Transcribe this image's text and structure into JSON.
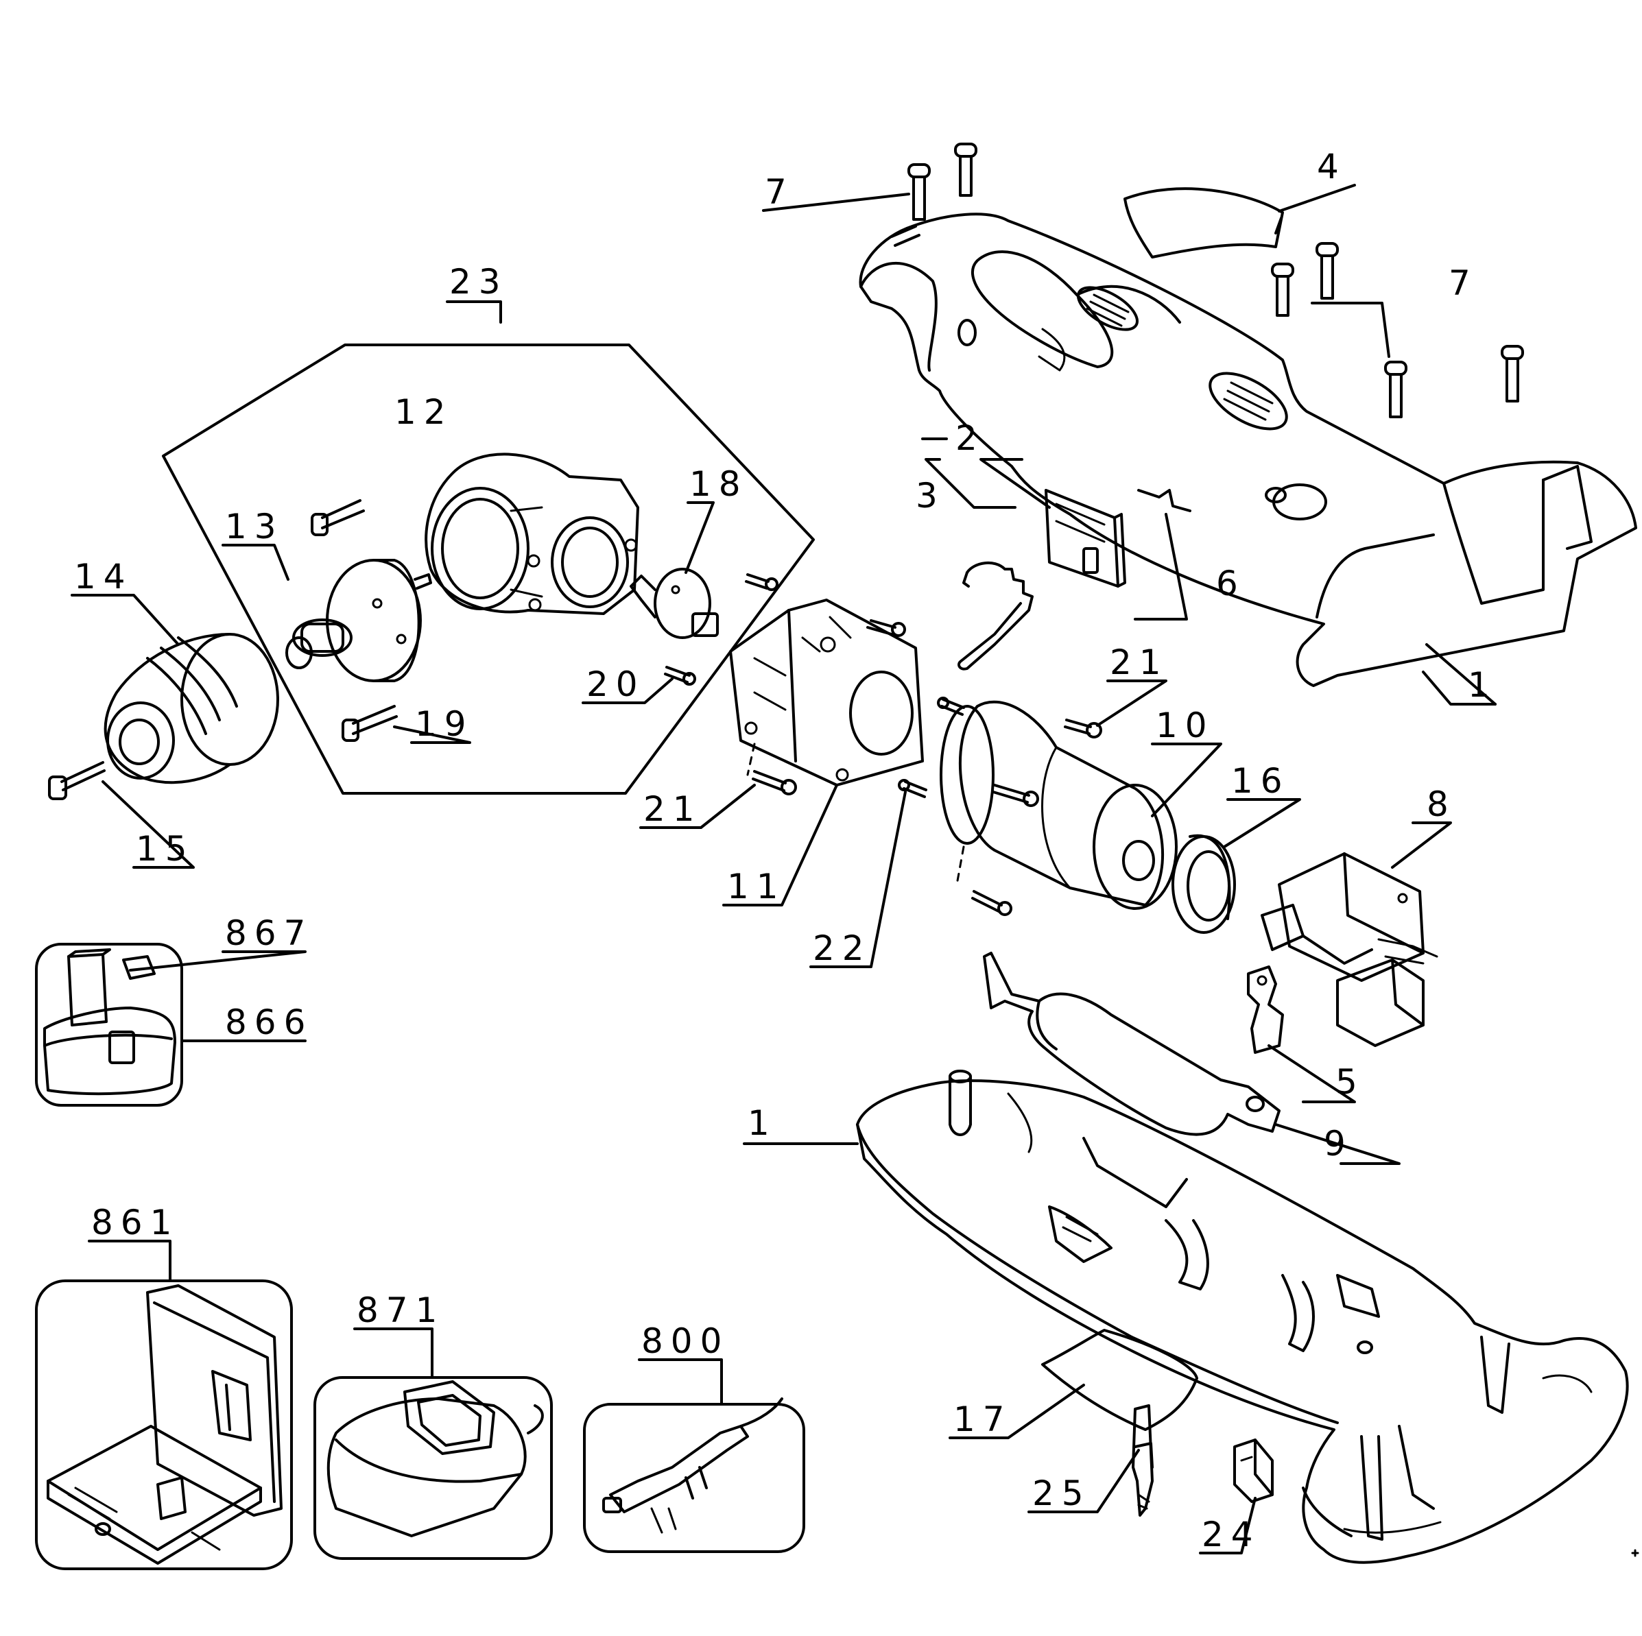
{
  "diagram": {
    "labels": {
      "p1": "1",
      "p2": "2",
      "p3": "3",
      "p4": "4",
      "p5": "5",
      "p6": "6",
      "p7": "7",
      "p8": "8",
      "p9": "9",
      "p10": "10",
      "p11": "11",
      "p12": "12",
      "p13": "13",
      "p14": "14",
      "p15": "15",
      "p16": "16",
      "p17": "17",
      "p18": "18",
      "p19": "19",
      "p20": "20",
      "p21": "21",
      "p22": "22",
      "p23": "23",
      "p24": "24",
      "p25": "25",
      "p800": "800",
      "p861": "861",
      "p866": "866",
      "p867": "867",
      "p871": "871"
    }
  }
}
